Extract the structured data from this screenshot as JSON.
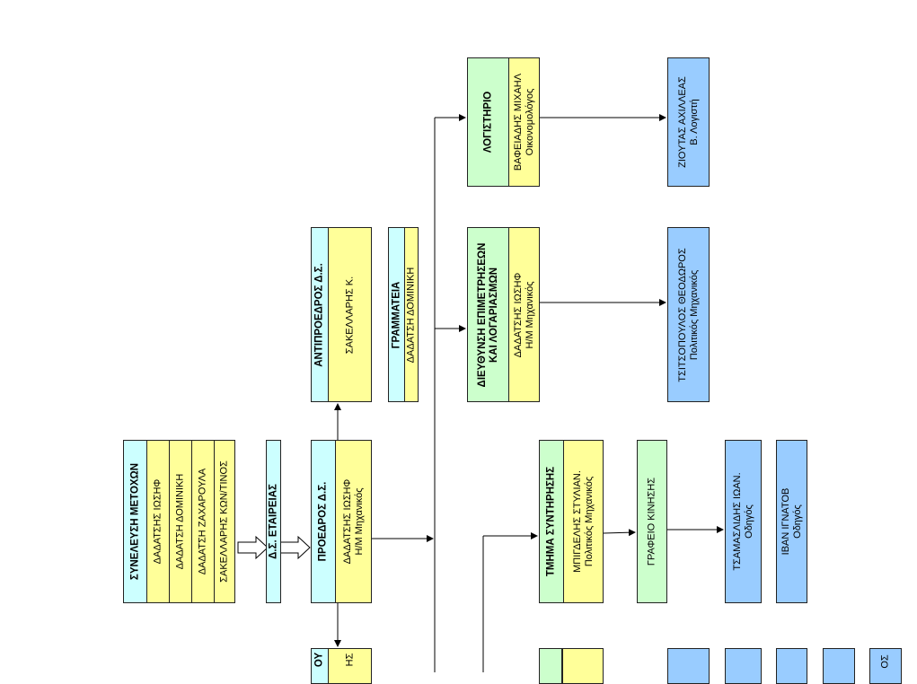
{
  "shareholders": {
    "title": "ΣΥΝΕΛΕΥΣΗ ΜΕΤΟΧΩΝ",
    "members": [
      "ΔΑΔΑΤΣΗΣ ΙΩΣΗΦ",
      "ΔΑΔΑΤΣΗ ΔΟΜΙΝΙΚΗ",
      "ΔΑΔΑΤΣΗ ΖΑΧΑΡΟΥΛΑ",
      "ΣΑΚΕΛΛΑΡΗΣ ΚΩΝ/ΤΙΝΟΣ"
    ]
  },
  "board": {
    "title": "Δ.Σ. ΕΤΑΙΡΕΙΑΣ"
  },
  "president": {
    "title": "ΠΡΟΕΔΡΟΣ Δ.Σ.",
    "name": "ΔΑΔΑΤΣΗΣ ΙΩΣΗΦ",
    "role": "Η/Μ Μηχανικός"
  },
  "vice_president": {
    "title": "ΑΝΤΙΠΡΟΕΔΡΟΣ Δ.Σ.",
    "name": "ΣΑΚΕΛΛΑΡΗΣ Κ."
  },
  "secretariat": {
    "title": "ΓΡΑΜΜΑΤΕΙΑ",
    "name": "ΔΑΔΑΤΣΗ ΔΟΜΙΝΙΚΗ"
  },
  "accounting": {
    "title": "ΛΟΓΙΣΤΗΡΙΟ",
    "name": "ΒΑΦΕΙΑΔΗΣ ΜΙΧΑΗΛ",
    "role": "Οικονομολόγος"
  },
  "accountant": {
    "name": "ΖΙΟΥΤΑΣ ΑΧΙΛΛΕΑΣ",
    "role": "Β. Λογιστή"
  },
  "measurements": {
    "title_line1": "ΔΙΕΥΘΥΝΣΗ ΕΠΙΜΕΤΡΗΣΕΩΝ",
    "title_line2": "ΚΑΙ ΛΟΓΑΡΙΑΣΜΩΝ",
    "name": "ΔΑΔΑΤΣΗΣ ΙΩΣΗΦ",
    "role": "Η/Μ Μηχανικός"
  },
  "civil_engineer": {
    "name": "ΤΣΙΤΣΟΠΟΥΛΟΣ ΘΕΟΔΩΡΟΣ",
    "role": "Πολιτικός Μηχανικός"
  },
  "maintenance": {
    "title": "ΤΜΗΜΑ ΣΥΝΤΗΡΗΣΗΣ",
    "name": "ΜΠΙΓΔΕΛΗΣ ΣΤΥΛΙΑΝ.",
    "role": "Πολιτικός Μηχανικός"
  },
  "traffic_office": {
    "title": "ΓΡΑΦΕΙΟ ΚΙΝΗΣΗΣ"
  },
  "driver1": {
    "name": "ΤΣΑΜΑΣΛΙΔΗΣ ΙΩΑΝ.",
    "role": "Οδηγός"
  },
  "driver2": {
    "name": "ΙΒΑΝ ΙΓΝΑΤΟΒ",
    "role": "Οδηγός"
  },
  "partial": {
    "text_a": "ΟΥ",
    "text_b": "ΗΣ",
    "text_c": "ΟΣ"
  },
  "colors": {
    "green": "#ccffcc",
    "yellow": "#ffff99",
    "cyan": "#ccffff",
    "blue": "#99ccff"
  }
}
